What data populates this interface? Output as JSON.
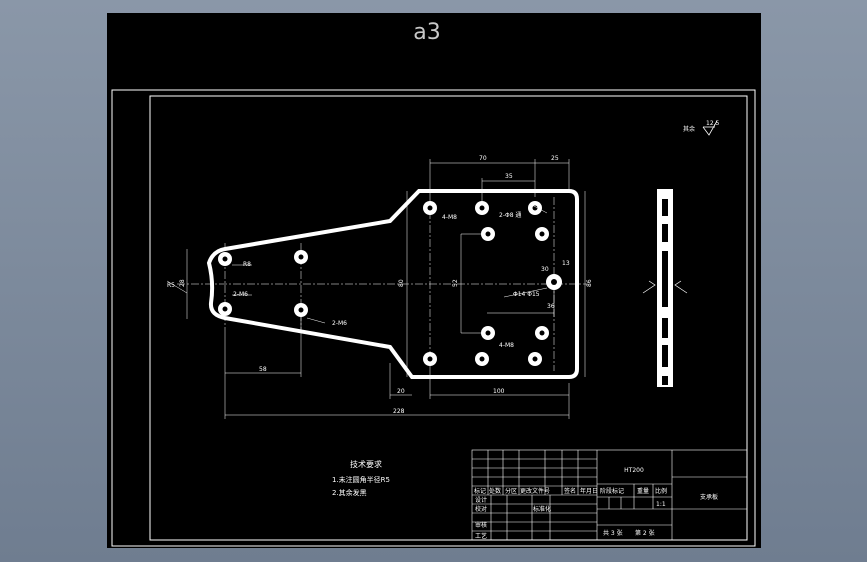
{
  "sheet": {
    "size_label": "a3"
  },
  "surface_finish": {
    "label": "其余",
    "value": "12.5"
  },
  "drawing": {
    "material": "HT200",
    "part_name": "支承板",
    "scale": "1:1",
    "sheets_total": "共 3 张",
    "sheet_no": "第 2 张"
  },
  "tech_requirements": {
    "title": "技术要求",
    "items": [
      "1.未注圆角半径R5",
      "2.其余发黑"
    ]
  },
  "title_block": {
    "header_cells": [
      "标记",
      "处数",
      "分区",
      "更改文件号",
      "签名",
      "年月日"
    ],
    "role_labels": [
      "设计",
      "校对",
      "审核",
      "工艺"
    ],
    "std_label": "标准化",
    "col_labels": [
      "阶段标记",
      "重量",
      "比例"
    ]
  },
  "dimensions": {
    "top_70": "70",
    "top_25": "25",
    "top_35": "35",
    "bottom_228": "228",
    "bottom_100": "100",
    "bottom_58": "58",
    "bottom_20": "20",
    "holes_4_m8_top": "4-M8",
    "holes_2_d6": "2-Φ8 通",
    "holes_4_m8_bottom": "4-M8",
    "holes_2_m6": "2-M6",
    "bore": "Φ14 Φ15",
    "r_left": "R8",
    "height_80": "80",
    "height_52": "52",
    "height_28": "28",
    "center_dim": "30",
    "left_r": "R5",
    "side_13": "13",
    "side_86": "86",
    "side_36": "36"
  }
}
